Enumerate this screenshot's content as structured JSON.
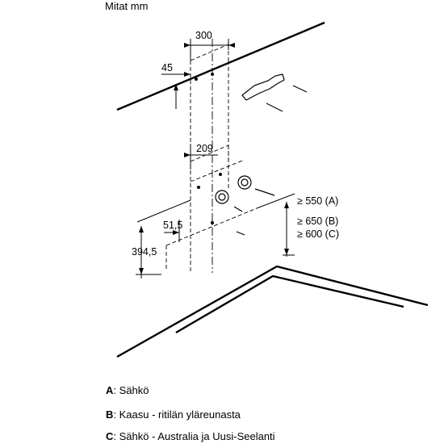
{
  "title": "Mitat mm",
  "dimensions": {
    "d300": "300",
    "d45": "45",
    "d209": "209",
    "d51_5": "51,5",
    "d394_5": "394,5"
  },
  "clearances": [
    {
      "prefix": "≥ 550 (",
      "letter": "A",
      "suffix": ")"
    },
    {
      "prefix": "≥ 650 (",
      "letter": "B",
      "suffix": ")"
    },
    {
      "prefix": "≥ 600 (",
      "letter": "C",
      "suffix": ")"
    }
  ],
  "legend": [
    {
      "letter": "A",
      "text": ": Sähkö"
    },
    {
      "letter": "B",
      "text": ": Kaasu - ritilän yläreunasta"
    },
    {
      "letter": "C",
      "text": ": Sähkö - Australia ja Uusi-Seelanti"
    }
  ]
}
